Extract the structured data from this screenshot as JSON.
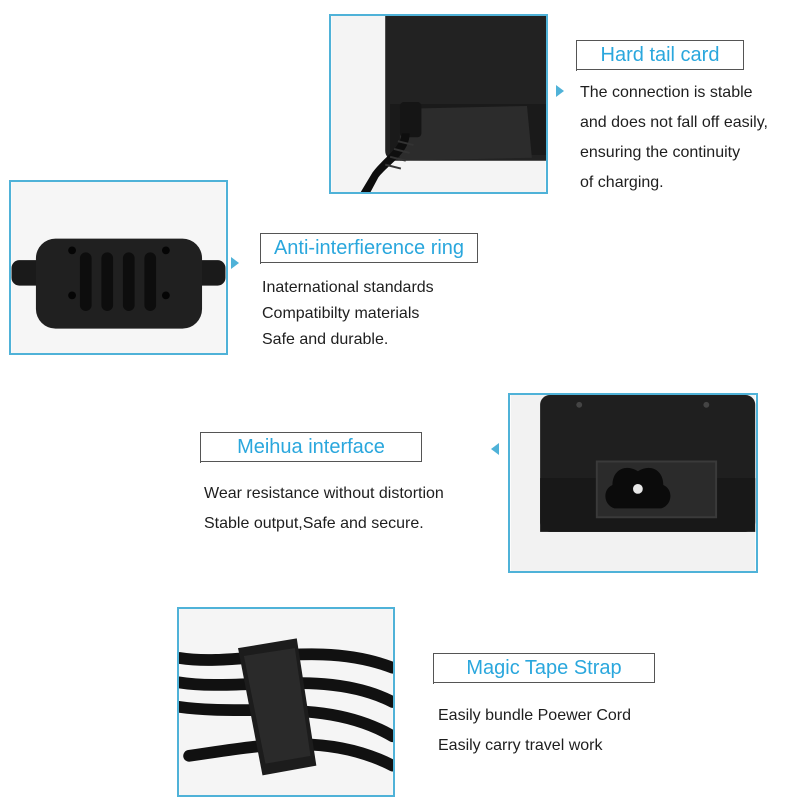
{
  "sections": [
    {
      "title": "Hard tail card",
      "lines": [
        "The connection is stable",
        "and does not fall off easily,",
        "ensuring the continuity",
        "of charging."
      ]
    },
    {
      "title": "Anti-interfierence ring",
      "lines": [
        "Inaternational standards",
        "Compatibilty materials",
        "Safe and durable."
      ]
    },
    {
      "title": "Meihua interface",
      "lines": [
        "Wear resistance without distortion",
        "Stable output,Safe and secure."
      ]
    },
    {
      "title": "Magic Tape Strap",
      "lines": [
        "Easily bundle Poewer Cord",
        "Easily carry travel work"
      ]
    }
  ],
  "colors": {
    "accent": "#2aa7dd",
    "frame": "#4fb2d8",
    "text": "#1e1e1e"
  },
  "icons": [
    "arrow-pointer-icon"
  ]
}
